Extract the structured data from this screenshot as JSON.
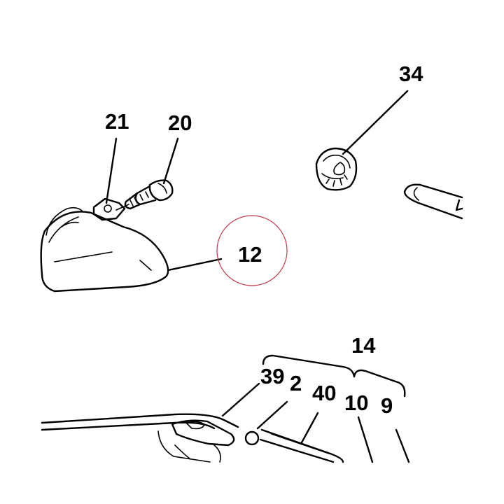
{
  "labels": {
    "part_34": "34",
    "part_21": "21",
    "part_20": "20",
    "part_12": "12",
    "part_14": "14",
    "part_39": "39",
    "part_2": "2",
    "part_40": "40",
    "part_10": "10",
    "part_9": "9"
  },
  "colors": {
    "ink": "#000000",
    "highlight_circle": "#c0394b",
    "background": "#ffffff"
  }
}
